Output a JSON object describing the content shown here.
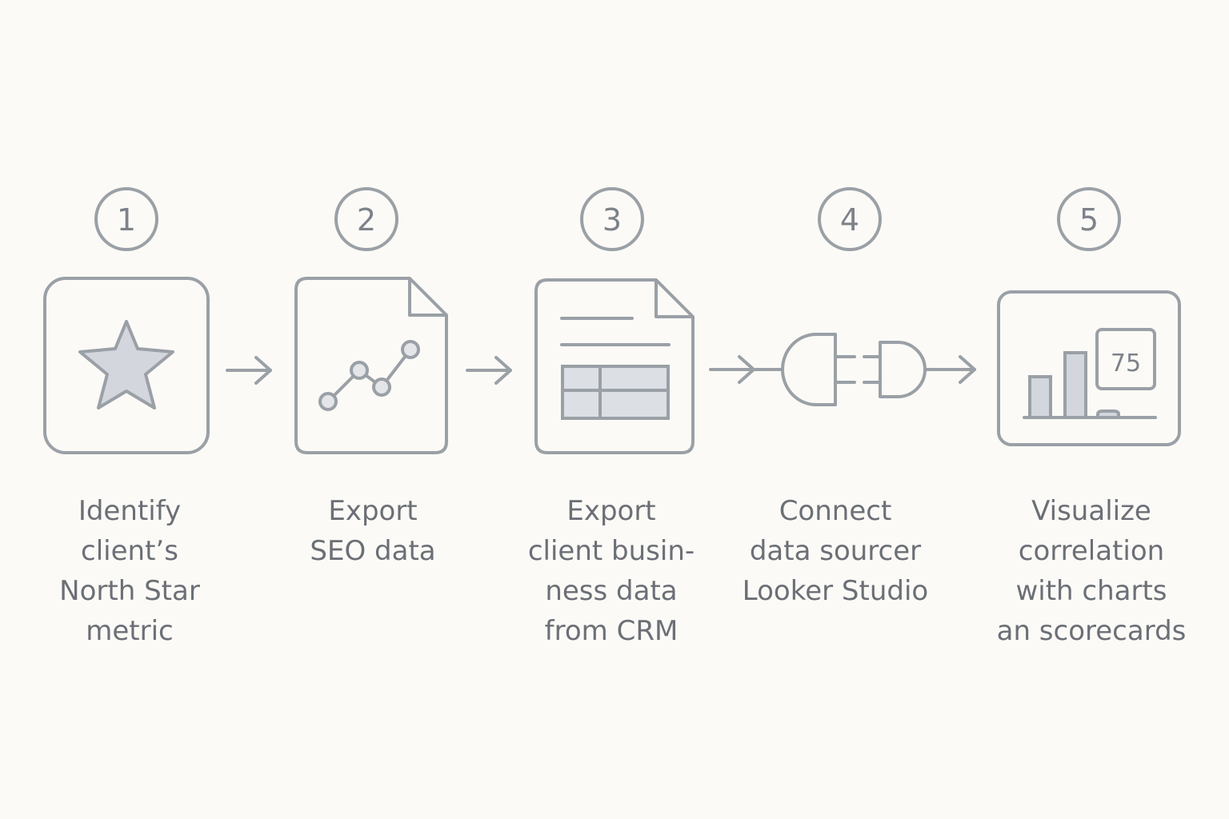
{
  "colors": {
    "background": "#fbfaf6",
    "stroke": "#9aa0a6",
    "fill": "#d3d6dc",
    "text": "#6b6f76"
  },
  "steps": [
    {
      "number": "1",
      "icon": "star-icon",
      "label_lines": [
        "Identify",
        "client’s",
        "North Star",
        "metric"
      ]
    },
    {
      "number": "2",
      "icon": "line-chart-document-icon",
      "label_lines": [
        "Export",
        "SEO data"
      ]
    },
    {
      "number": "3",
      "icon": "table-document-icon",
      "label_lines": [
        "Export",
        "client busin-",
        "ness data",
        "from CRM"
      ]
    },
    {
      "number": "4",
      "icon": "plug-connector-icon",
      "label_lines": [
        "Connect",
        "data  sourcer",
        "Looker Studio"
      ]
    },
    {
      "number": "5",
      "icon": "dashboard-chart-icon",
      "label_lines": [
        "Visualize",
        "correlation",
        "with charts",
        "an scorecards"
      ],
      "scorecard_value": "75"
    }
  ]
}
